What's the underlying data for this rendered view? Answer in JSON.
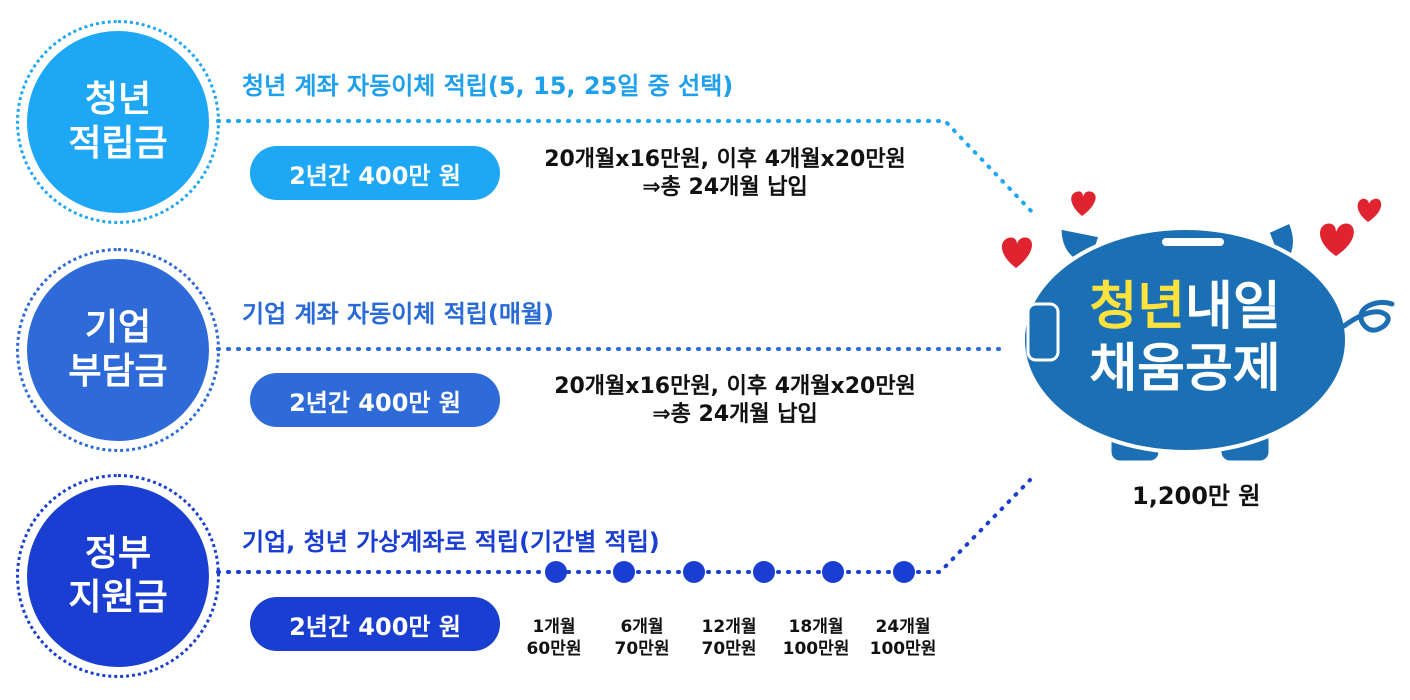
{
  "colors": {
    "row1": "#1ea7f4",
    "row2": "#2e6bd8",
    "row3": "#1a3ed1",
    "heading_row1": "#1ea0ec",
    "heading_row2": "#2a6ad6",
    "heading_row3": "#1a3ed1",
    "piggy": "#1a6fb5",
    "accent_yellow": "#ffe23b",
    "heart": "#e0242f"
  },
  "rows": [
    {
      "circle_line1": "청년",
      "circle_line2": "적립금",
      "heading": "청년 계좌 자동이체 적립(5, 15, 25일 중 선택)",
      "pill": "2년간 400만 원",
      "desc_line1": "20개월x16만원, 이후 4개월x20만원",
      "desc_line2": "⇒총 24개월 납입"
    },
    {
      "circle_line1": "기업",
      "circle_line2": "부담금",
      "heading": "기업 계좌 자동이체 적립(매월)",
      "pill": "2년간 400만 원",
      "desc_line1": "20개월x16만원, 이후 4개월x20만원",
      "desc_line2": "⇒총 24개월 납입"
    },
    {
      "circle_line1": "정부",
      "circle_line2": "지원금",
      "heading": "기업, 청년 가상계좌로 적립(기간별 적립)",
      "pill": "2년간 400만 원",
      "steps": [
        {
          "period": "1개월",
          "amount": "60만원"
        },
        {
          "period": "6개월",
          "amount": "70만원"
        },
        {
          "period": "12개월",
          "amount": "70만원"
        },
        {
          "period": "18개월",
          "amount": "100만원"
        },
        {
          "period": "24개월",
          "amount": "100만원"
        }
      ]
    }
  ],
  "piggy": {
    "line1_highlight": "청년",
    "line1_rest": "내일",
    "line2": "채움공제",
    "total": "1,200만 원"
  },
  "icons": {
    "piggy_bank": "piggy-bank-icon",
    "heart": "heart-icon"
  }
}
